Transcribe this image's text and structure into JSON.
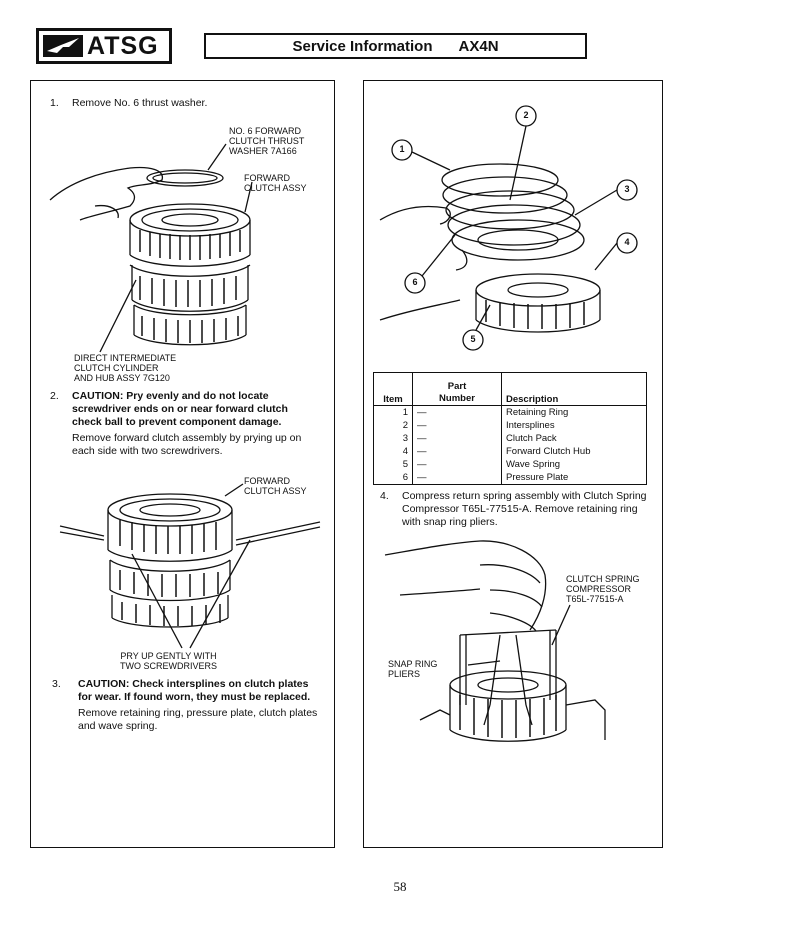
{
  "header": {
    "logo_text": "ATSG",
    "service_label": "Service Information",
    "model": "AX4N"
  },
  "left": {
    "step1": {
      "num": "1.",
      "text": "Remove No. 6 thrust washer."
    },
    "fig1_labels": {
      "washer": "NO. 6 FORWARD\nCLUTCH THRUST\nWASHER 7A166",
      "forward": "FORWARD\nCLUTCH ASSY",
      "direct": "DIRECT INTERMEDIATE\nCLUTCH CYLINDER\nAND HUB ASSY 7G120"
    },
    "step2": {
      "num": "2.",
      "caution": "CAUTION: Pry evenly and do not locate screwdriver ends on or near forward clutch check ball to prevent component damage.",
      "text": "Remove forward clutch assembly by prying up on each side with two screwdrivers."
    },
    "fig2_labels": {
      "forward": "FORWARD\nCLUTCH ASSY",
      "pry": "PRY UP GENTLY WITH\nTWO SCREWDRIVERS"
    },
    "step3": {
      "num": "3.",
      "caution": "CAUTION: Check intersplines on clutch plates for wear. If found worn, they must be replaced.",
      "text": "Remove retaining ring, pressure plate, clutch plates and wave spring."
    }
  },
  "right": {
    "callouts": [
      "1",
      "2",
      "3",
      "4",
      "5",
      "6"
    ],
    "table": {
      "headers": {
        "item": "Item",
        "part": "Part\nNumber",
        "desc": "Description"
      },
      "rows": [
        {
          "item": "1",
          "part": "—",
          "desc": "Retaining Ring"
        },
        {
          "item": "2",
          "part": "—",
          "desc": "Intersplines"
        },
        {
          "item": "3",
          "part": "—",
          "desc": "Clutch Pack"
        },
        {
          "item": "4",
          "part": "—",
          "desc": "Forward Clutch Hub"
        },
        {
          "item": "5",
          "part": "—",
          "desc": "Wave Spring"
        },
        {
          "item": "6",
          "part": "—",
          "desc": "Pressure Plate"
        }
      ]
    },
    "step4": {
      "num": "4.",
      "text": "Compress return spring assembly with Clutch Spring Compressor T65L-77515-A. Remove retaining ring with snap ring pliers."
    },
    "fig4_labels": {
      "compressor": "CLUTCH SPRING\nCOMPRESSOR\nT65L-77515-A",
      "pliers": "SNAP RING\nPLIERS"
    }
  },
  "page_number": "58"
}
